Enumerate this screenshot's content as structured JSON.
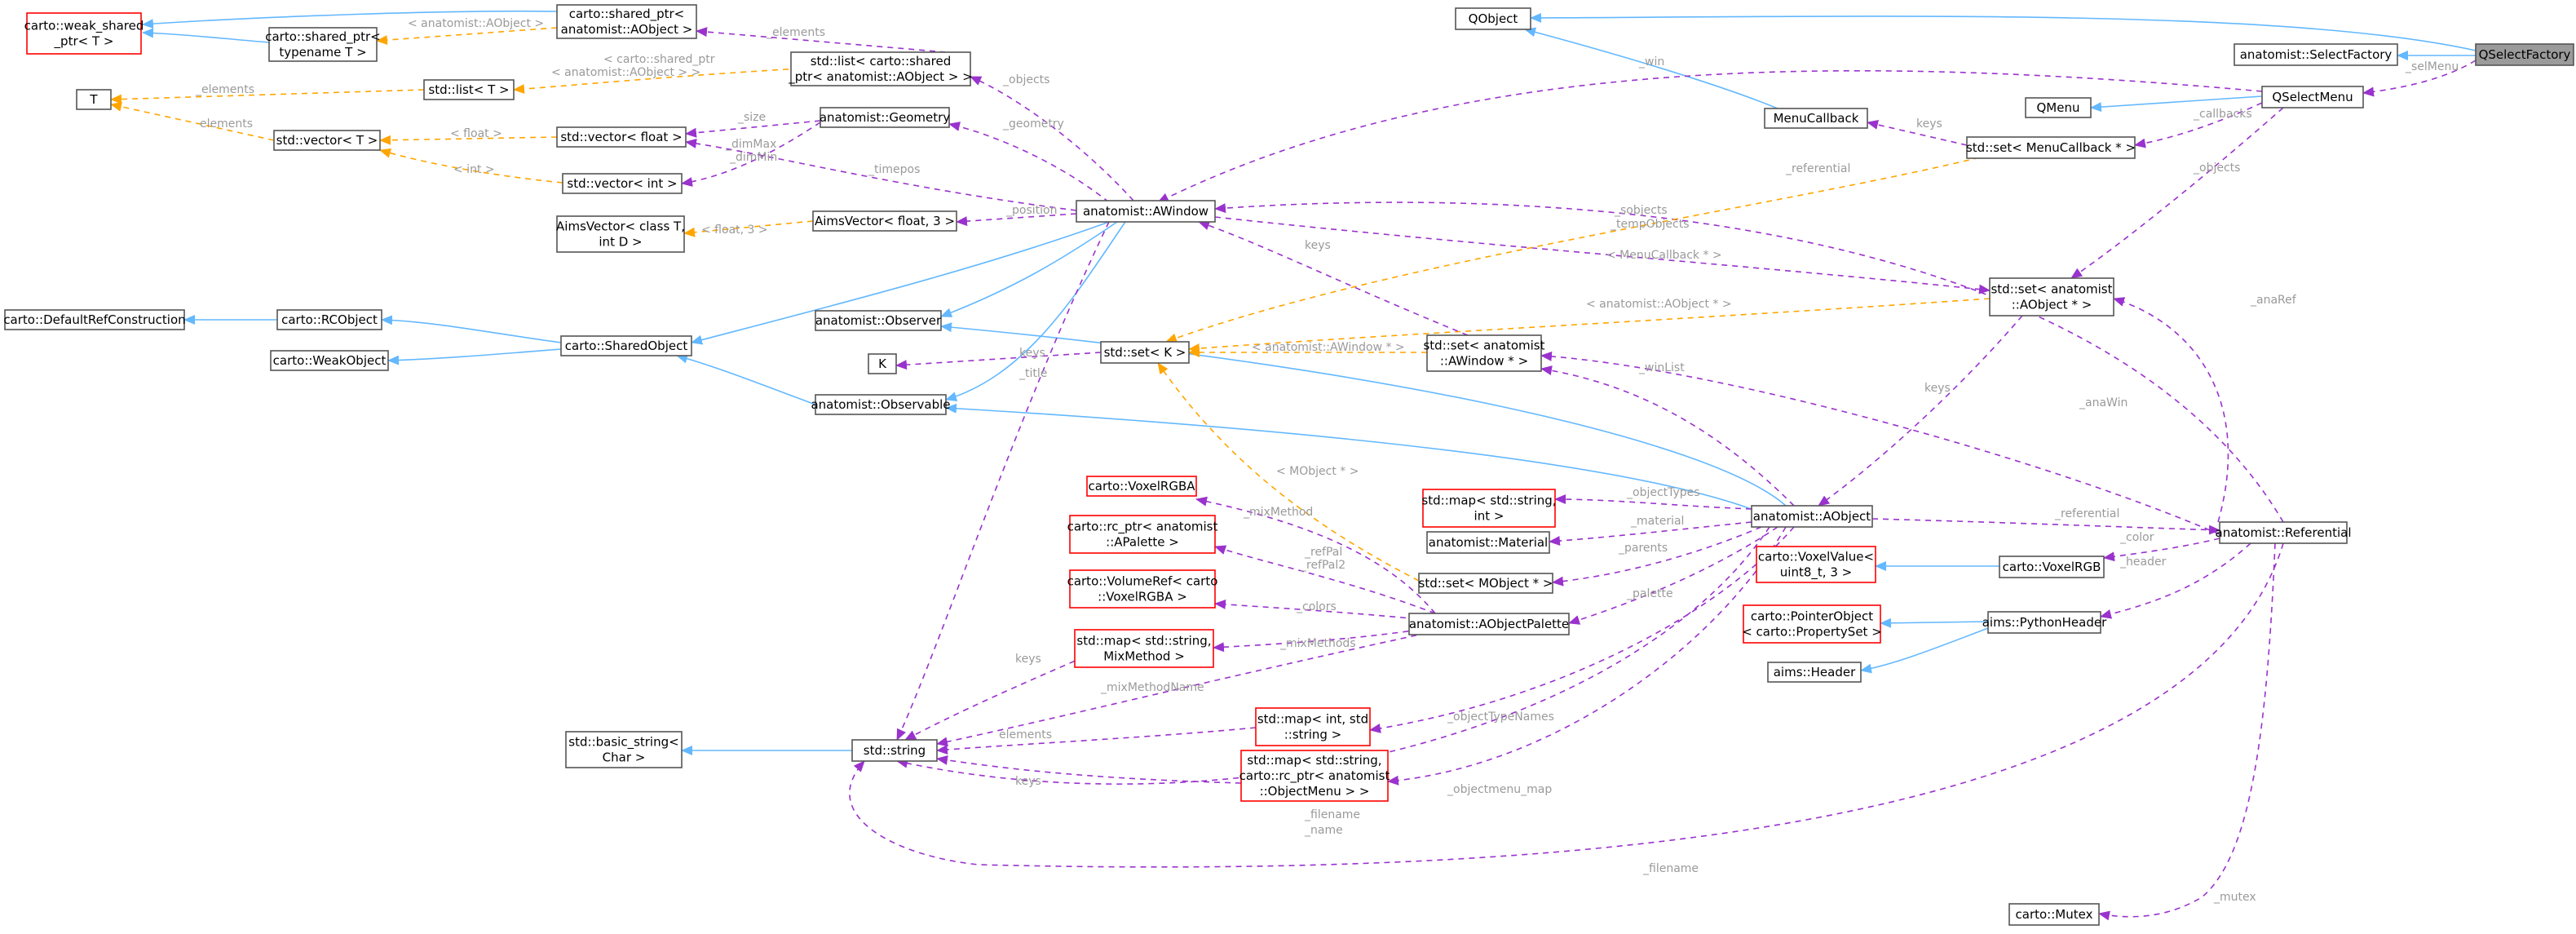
{
  "graph": {
    "nodes": {
      "weak_shared": [
        "carto::weak_shared",
        "_ptr< T >"
      ],
      "shared_ptr_aobj": [
        "carto::shared_ptr<",
        "anatomist::AObject >"
      ],
      "shared_ptr_T": [
        "carto::shared_ptr<",
        "typename T >"
      ],
      "list_T": [
        "std::list< T >"
      ],
      "list_shared": [
        "std::list< carto::shared",
        "_ptr< anatomist::AObject > >"
      ],
      "T": [
        "T"
      ],
      "vector_T": [
        "std::vector< T >"
      ],
      "vector_float": [
        "std::vector< float >"
      ],
      "geometry": [
        "anatomist::Geometry"
      ],
      "vector_int": [
        "std::vector< int >"
      ],
      "aimsvector_T": [
        "AimsVector< class T,",
        "int D >"
      ],
      "aimsvector_f3": [
        "AimsVector< float, 3 >"
      ],
      "awindow": [
        "anatomist::AWindow"
      ],
      "default_ref": [
        "carto::DefaultRefConstruction"
      ],
      "rcobject": [
        "carto::RCObject"
      ],
      "sharedobject": [
        "carto::SharedObject"
      ],
      "weakobject": [
        "carto::WeakObject"
      ],
      "observer": [
        "anatomist::Observer"
      ],
      "K": [
        "K"
      ],
      "set_K": [
        "std::set< K >"
      ],
      "set_awindow": [
        "std::set< anatomist",
        "::AWindow * >"
      ],
      "observable": [
        "anatomist::Observable"
      ],
      "qobject": [
        "QObject"
      ],
      "menucallback": [
        "MenuCallback"
      ],
      "qmenu": [
        "QMenu"
      ],
      "set_menucb": [
        "std::set< MenuCallback * >"
      ],
      "selectfactory": [
        "anatomist::SelectFactory"
      ],
      "qselectmenu": [
        "QSelectMenu"
      ],
      "qselectfactory": [
        "QSelectFactory"
      ],
      "set_aobject": [
        "std::set< anatomist",
        "::AObject * >"
      ],
      "voxelrgba": [
        "carto::VoxelRGBA"
      ],
      "rc_apalette": [
        "carto::rc_ptr< anatomist",
        "::APalette >"
      ],
      "volumeref": [
        "carto::VolumeRef< carto",
        "::VoxelRGBA >"
      ],
      "map_mixmethod": [
        "std::map< std::string,",
        "MixMethod >"
      ],
      "map_string_int": [
        "std::map< std::string,",
        "int >"
      ],
      "material": [
        "anatomist::Material"
      ],
      "set_mobject": [
        "std::set< MObject * >"
      ],
      "aobjectpalette": [
        "anatomist::AObjectPalette"
      ],
      "aobject": [
        "anatomist::AObject"
      ],
      "voxelvalue": [
        "carto::VoxelValue<",
        "uint8_t, 3 >"
      ],
      "voxelrgb": [
        "carto::VoxelRGB"
      ],
      "referential": [
        "anatomist::Referential"
      ],
      "pointerobject": [
        "carto::PointerObject",
        "< carto::PropertySet >"
      ],
      "pythonheader": [
        "aims::PythonHeader"
      ],
      "header": [
        "aims::Header"
      ],
      "basic_string": [
        "std::basic_string<",
        "Char >"
      ],
      "string": [
        "std::string"
      ],
      "map_int_string": [
        "std::map< int, std",
        "::string >"
      ],
      "map_objectmenu": [
        "std::map< std::string,",
        "carto::rc_ptr< anatomist",
        "::ObjectMenu > >"
      ],
      "mutex": [
        "carto::Mutex"
      ]
    },
    "edge_labels": {
      "e_anatomist_aobject": "< anatomist::AObject >",
      "e_elements_list": "_elements",
      "e_elements_T1": "_elements",
      "e_elements_T2": "elements",
      "e_cartoshared": "< carto::shared_ptr",
      "e_cartoshared2": "< anatomist::AObject > >",
      "e_objects": "_objects",
      "e_win": "_win",
      "e_selmenu": "_selMenu",
      "e_callbacks": "_callbacks",
      "e_keys_menucb": "keys",
      "e_objects2": "_objects",
      "e_float": "< float >",
      "e_size": "_size",
      "e_geometry": "_geometry",
      "e_int": "< int >",
      "e_dimmax": "_dimMax",
      "e_dimmin": "_dimMin",
      "e_timepos": "_timepos",
      "e_referential": "_referential",
      "e_position": "_position",
      "e_float3": "< float, 3 >",
      "e_sobjects": "_sobjects",
      "e_tempobjects": "_tempObjects",
      "e_keys_awin": "keys",
      "e_menucb": "< MenuCallback * >",
      "e_aobjptr": "< anatomist::AObject * >",
      "e_anarefs": "_anaRef",
      "e_keys_K": "keys",
      "e_awinptr": "< anatomist::AWindow * >",
      "e_title": "_title",
      "e_anawin": "_anaWin",
      "e_winlist": "_winList",
      "e_keys_aobj": "keys",
      "e_mobject": "< MObject * >",
      "e_mixmethod": "_mixMethod",
      "e_objecttypes": "_objectTypes",
      "e_material": "_material",
      "e_referential2": "_referential",
      "e_color": "_color",
      "e_refpal": "_refPal",
      "e_refpal2": "_refPal2",
      "e_parents": "_parents",
      "e_header": "_header",
      "e_colors": "_colors",
      "e_palette": "_palette",
      "e_mixmethods": "_mixMethods",
      "e_keys_mix": "keys",
      "e_mixmethodname": "_mixMethodName",
      "e_objecttypenames": "_objectTypeNames",
      "e_elements_str": "elements",
      "e_keys_str": "keys",
      "e_objectmenu_map": "_objectmenu_map",
      "e_filename1": "_filename",
      "e_name": "_name",
      "e_filename2": "_filename",
      "e_mutex": "_mutex"
    },
    "colors": {
      "inheritance": "#63b8ff",
      "usage": "#9a32cd",
      "template": "#ffa500",
      "missing_node_border": "#ff0000",
      "focus_node_fill": "#9b9b9b"
    }
  }
}
